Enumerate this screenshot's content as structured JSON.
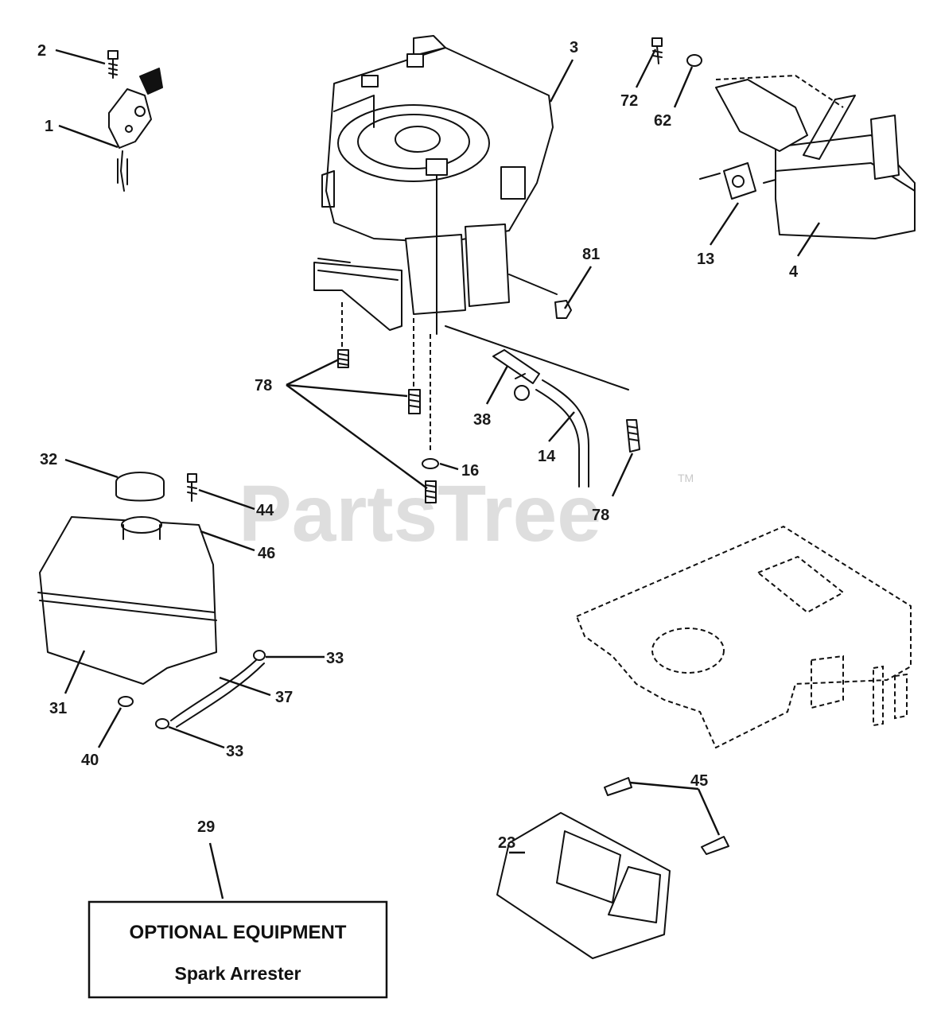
{
  "watermark": {
    "brand": "PartsTree",
    "trademark": "TM"
  },
  "callouts": [
    {
      "id": "c2",
      "label": "2"
    },
    {
      "id": "c1",
      "label": "1"
    },
    {
      "id": "c3",
      "label": "3"
    },
    {
      "id": "c72",
      "label": "72"
    },
    {
      "id": "c62",
      "label": "62"
    },
    {
      "id": "c13",
      "label": "13"
    },
    {
      "id": "c4",
      "label": "4"
    },
    {
      "id": "c81",
      "label": "81"
    },
    {
      "id": "c78a",
      "label": "78"
    },
    {
      "id": "c38",
      "label": "38"
    },
    {
      "id": "c14",
      "label": "14"
    },
    {
      "id": "c16",
      "label": "16"
    },
    {
      "id": "c78b",
      "label": "78"
    },
    {
      "id": "c32",
      "label": "32"
    },
    {
      "id": "c44",
      "label": "44"
    },
    {
      "id": "c46",
      "label": "46"
    },
    {
      "id": "c33a",
      "label": "33"
    },
    {
      "id": "c37",
      "label": "37"
    },
    {
      "id": "c31",
      "label": "31"
    },
    {
      "id": "c40",
      "label": "40"
    },
    {
      "id": "c33b",
      "label": "33"
    },
    {
      "id": "c45",
      "label": "45"
    },
    {
      "id": "c23",
      "label": "23"
    },
    {
      "id": "c29",
      "label": "29"
    }
  ],
  "optional_box": {
    "title": "OPTIONAL EQUIPMENT",
    "subtitle": "Spark Arrester"
  }
}
